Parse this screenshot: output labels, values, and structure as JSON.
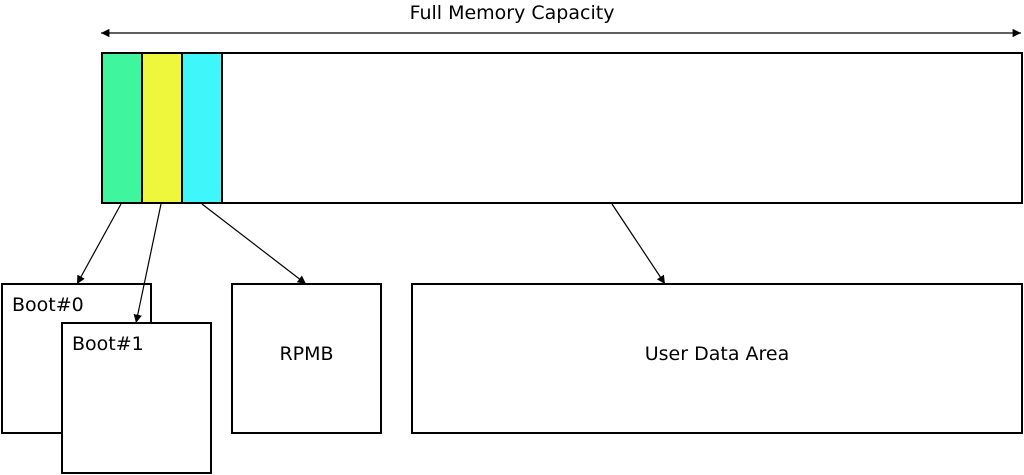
{
  "diagram": {
    "title": "Full Memory Capacity",
    "segments": [
      {
        "name": "boot0-segment",
        "color": "#3ff59e"
      },
      {
        "name": "boot1-segment",
        "color": "#eef73b"
      },
      {
        "name": "rpmb-segment",
        "color": "#3ff7fa"
      }
    ],
    "partitions": {
      "boot0": "Boot#0",
      "boot1": "Boot#1",
      "rpmb": "RPMB",
      "user_data": "User Data Area"
    }
  }
}
